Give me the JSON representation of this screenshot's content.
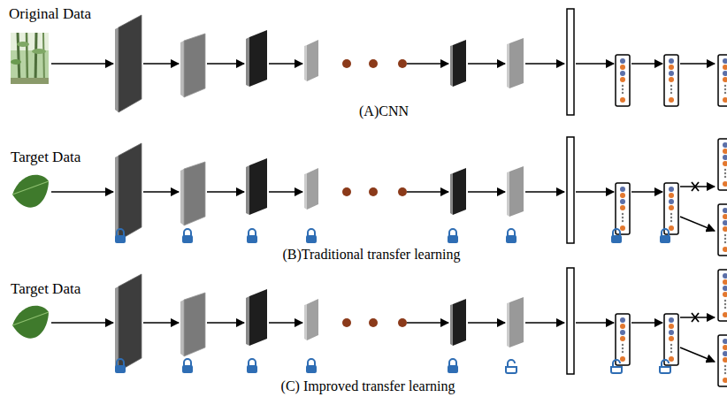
{
  "diagram": {
    "labels": [
      "Original Data",
      "(A)CNN",
      "Target Data",
      "(B)Traditional transfer learning",
      "Target Data",
      "(C) Improved transfer learning"
    ]
  }
}
